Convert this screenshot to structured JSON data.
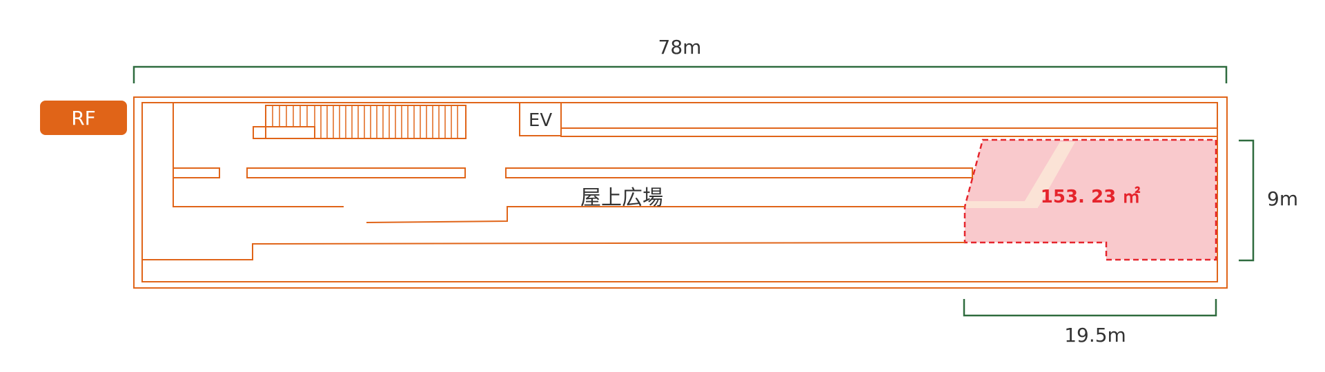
{
  "floor_label": "RF",
  "dimensions": {
    "total_width": "78m",
    "depth": "9m",
    "area_width": "19.5m"
  },
  "room_labels": {
    "elevator": "EV",
    "rooftop_plaza": "屋上広場"
  },
  "highlighted_area": {
    "label": "153. 23 ㎡",
    "value_sqm": 153.23
  },
  "colors": {
    "wall_lines": "#e06418",
    "dimension_lines": "#2e6b3e",
    "area_fill": "#f9c9cc",
    "area_outline": "#e5242c",
    "area_label": "#e5242c",
    "badge_background": "#e06418"
  }
}
